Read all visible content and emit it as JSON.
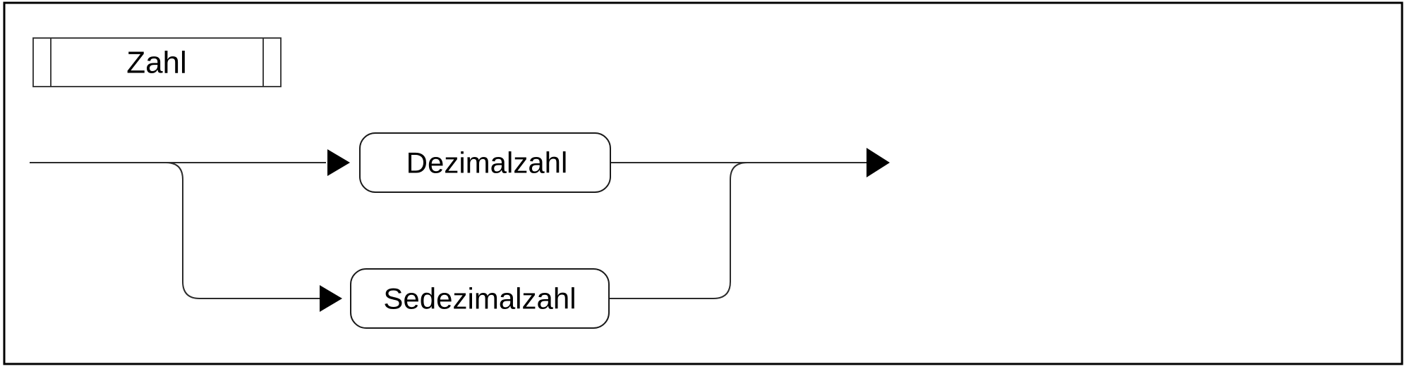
{
  "diagram": {
    "type": "railroad-syntax-diagram",
    "rule_name": "Zahl",
    "alternatives": [
      {
        "label": "Dezimalzahl"
      },
      {
        "label": "Sedezimalzahl"
      }
    ],
    "colors": {
      "background": "#ffffff",
      "border": "#000000",
      "rail": "#2b2b2b",
      "node_stroke": "#1a1a1a",
      "arrow": "#000000",
      "text": "#000000"
    },
    "icons": [
      "right-arrowhead-icon",
      "right-arrowhead-icon",
      "right-arrowhead-icon"
    ]
  }
}
